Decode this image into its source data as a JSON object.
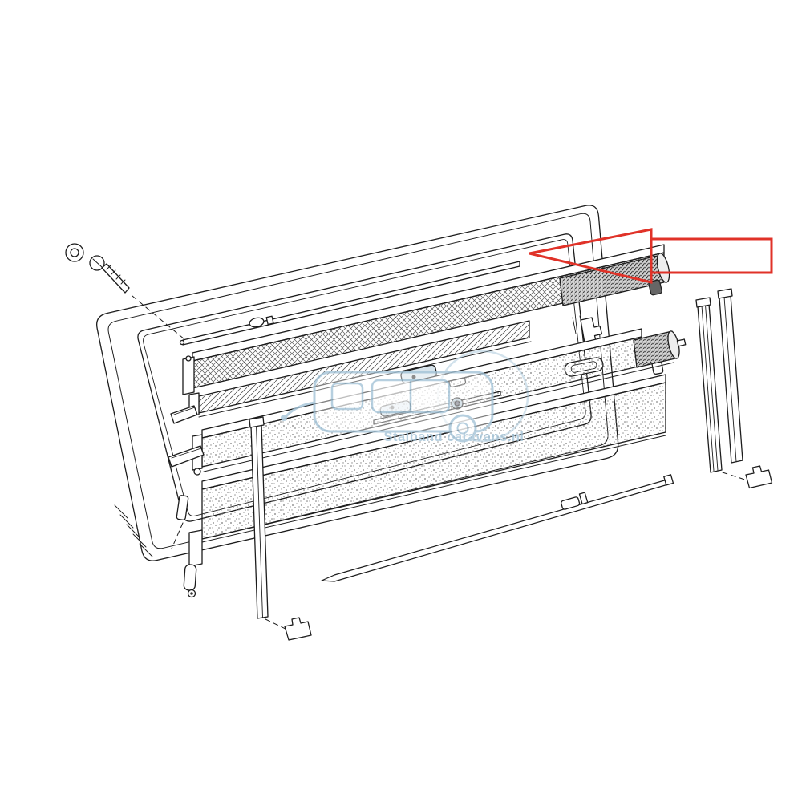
{
  "page": {
    "background": "#ffffff"
  },
  "watermark": {
    "text": "Stalband caravans.nl",
    "color": "#a4c4d8"
  },
  "colors": {
    "callout_red": "#e03228",
    "line": "#1c1c1c"
  },
  "diagram": {
    "type": "exploded-parts-drawing",
    "subject": "caravan window / blind assembly",
    "callout": "empty red label box with arrow pointing to top blind rail"
  }
}
